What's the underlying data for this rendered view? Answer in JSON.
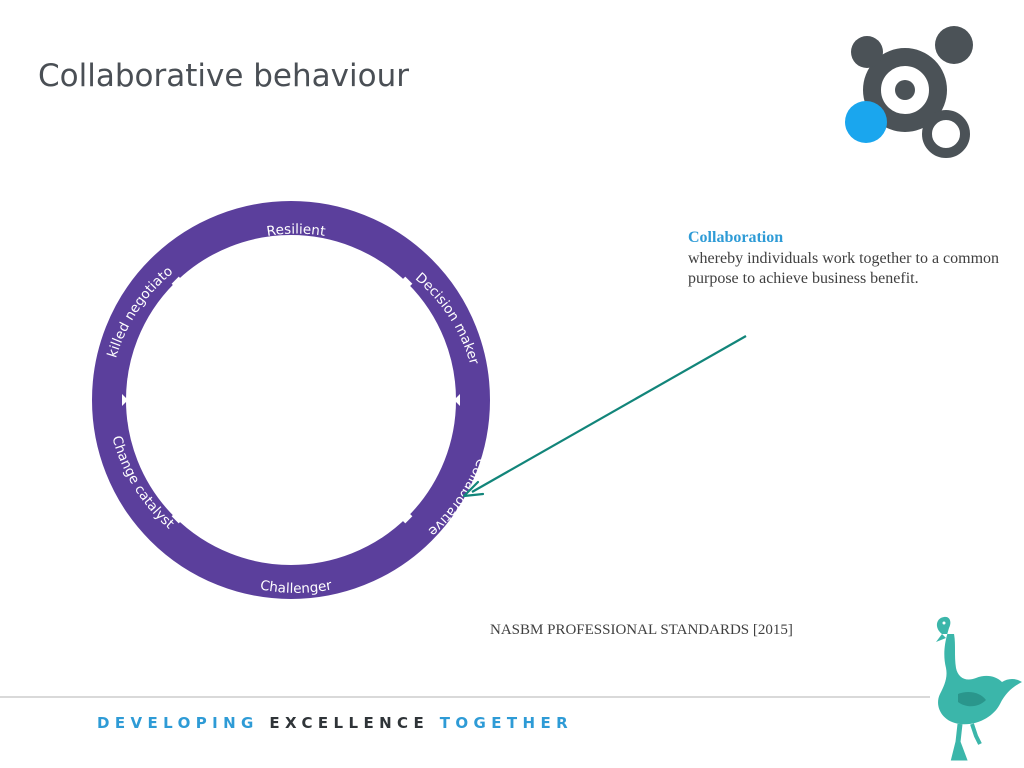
{
  "slide": {
    "title": "Collaborative behaviour"
  },
  "ring": {
    "labels": [
      "Resilient",
      "Decision maker",
      "Collaborative",
      "Challenger",
      "Change catalyst",
      "Skilled negotiator"
    ],
    "color": "#5b3f9c"
  },
  "callout": {
    "heading": "Collaboration",
    "body": "whereby individuals work together to a common purpose to achieve business benefit."
  },
  "source": "NASBM PROFESSIONAL STANDARDS  [2015]",
  "footer": {
    "word1": "DEVELOPING",
    "word2": "EXCELLENCE",
    "word3": "TOGETHER"
  },
  "colors": {
    "title": "#4a4f55",
    "accent_blue": "#2e9bd6",
    "arrow": "#12857a",
    "logo_dark": "#4b5257",
    "goose": "#3bb6aa"
  },
  "icons": {
    "logo": "organisation-logo-icon",
    "goose": "goose-mascot-icon"
  }
}
